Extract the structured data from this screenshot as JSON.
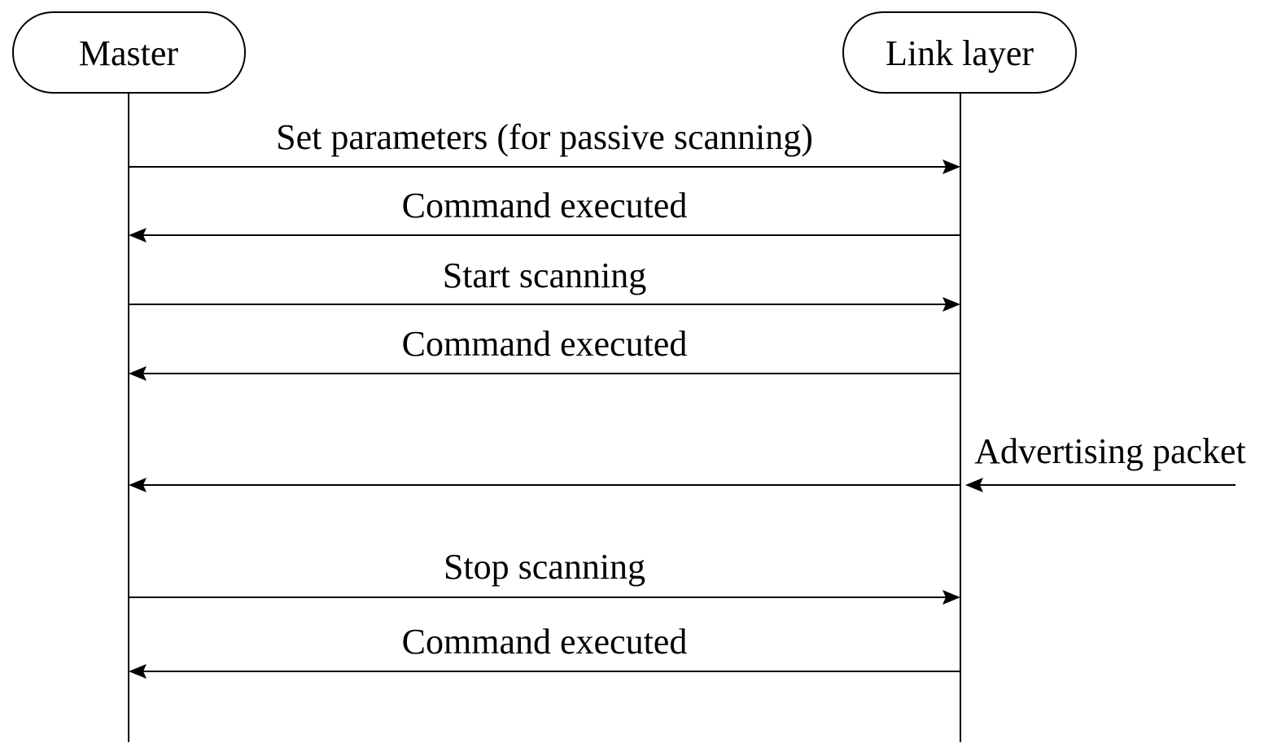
{
  "participants": {
    "master": "Master",
    "link_layer": "Link layer"
  },
  "messages": [
    {
      "label": "Set parameters (for passive scanning)",
      "direction": "master-to-link"
    },
    {
      "label": "Command executed",
      "direction": "link-to-master"
    },
    {
      "label": "Start scanning",
      "direction": "master-to-link"
    },
    {
      "label": "Command executed",
      "direction": "link-to-master"
    },
    {
      "label": "Advertising packet",
      "direction": "external-to-master"
    },
    {
      "label": "Stop scanning",
      "direction": "master-to-link"
    },
    {
      "label": "Command executed",
      "direction": "link-to-master"
    }
  ],
  "colors": {
    "stroke": "#000000",
    "background": "#ffffff"
  }
}
